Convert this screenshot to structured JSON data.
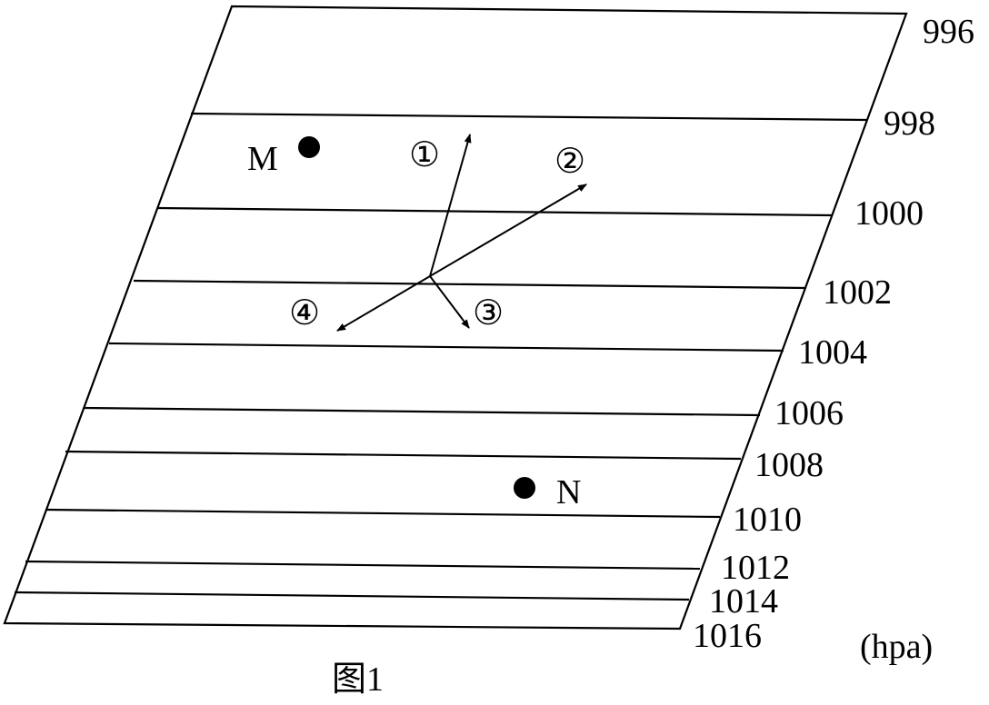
{
  "isobars": [
    "996",
    "998",
    "1000",
    "1002",
    "1004",
    "1006",
    "1008",
    "1010",
    "1012",
    "1014",
    "1016"
  ],
  "unit": "(hpa)",
  "caption": "图1",
  "points": {
    "m": "M",
    "n": "N"
  },
  "arrows": [
    "①",
    "②",
    "③",
    "④"
  ],
  "colors": {
    "ink": "#000000",
    "background": "#ffffff"
  }
}
